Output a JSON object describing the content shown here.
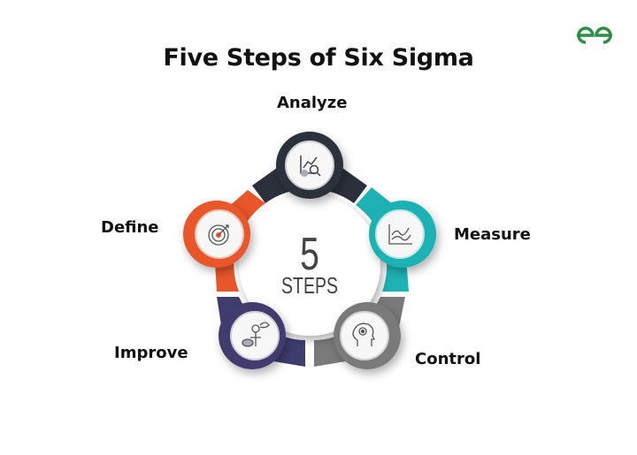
{
  "title": "Five Steps of Six Sigma",
  "brand": {
    "logo_icon": "geeksforgeeks-logo-icon",
    "color": "#2f8d46"
  },
  "center": {
    "number": "5",
    "label": "STEPS"
  },
  "steps": [
    {
      "label": "Define",
      "color": "#e8562a",
      "icon": "target-icon"
    },
    {
      "label": "Analyze",
      "color": "#2b303b",
      "icon": "chart-magnifier-icon"
    },
    {
      "label": "Measure",
      "color": "#1eb2b4",
      "icon": "line-chart-icon"
    },
    {
      "label": "Control",
      "color": "#7a7a7a",
      "icon": "head-gear-icon"
    },
    {
      "label": "Improve",
      "color": "#3f3d6e",
      "icon": "person-idea-icon"
    }
  ]
}
